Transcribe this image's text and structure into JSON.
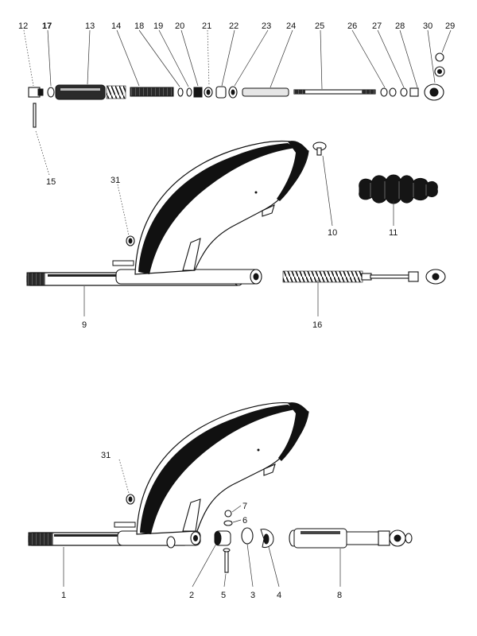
{
  "diagram": {
    "callouts": {
      "p12": "12",
      "p17": "17",
      "p13": "13",
      "p14": "14",
      "p18": "18",
      "p19": "19",
      "p20": "20",
      "p21": "21",
      "p22": "22",
      "p23": "23",
      "p24": "24",
      "p25": "25",
      "p26": "26",
      "p27": "27",
      "p28": "28",
      "p30": "30",
      "p29": "29",
      "p15": "15",
      "p31a": "31",
      "p10": "10",
      "p11": "11",
      "p9": "9",
      "p16": "16",
      "p31b": "31",
      "p7": "7",
      "p6": "6",
      "p1": "1",
      "p2": "2",
      "p5": "5",
      "p3": "3",
      "p4": "4",
      "p8": "8"
    }
  }
}
